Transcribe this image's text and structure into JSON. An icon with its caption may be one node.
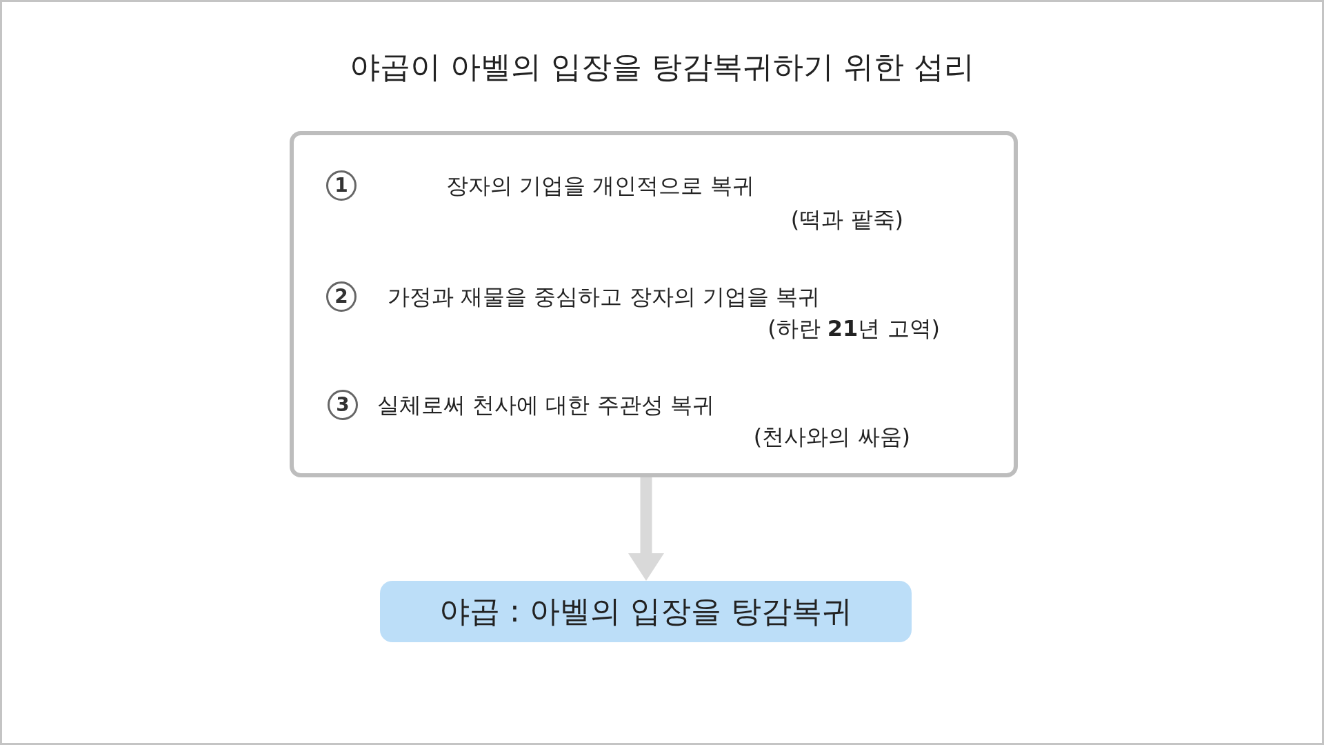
{
  "diagram": {
    "title": "야곱이 아벨의 입장을 탕감복귀하기 위한 섭리",
    "nodes": [
      {
        "text": [
          "장자의 기업을 개인적으로 복귀",
          "(떡과 팥죽)",
          "가정과 재물을 중심하고 장자의 기업을 복귀",
          "(하란 **21**년 고역)",
          "실체로써 천사에 대한 주관성 복귀",
          "(천사와의 싸움)"
        ]
      },
      {
        "text": [
          "1"
        ],
        "in": 0
      },
      {
        "text": [
          "2"
        ],
        "in": 0
      },
      {
        "text": [
          "3"
        ],
        "in": 0
      },
      {
        "text": [
          "야곱 : 아벨의 입장을 탕감복귀"
        ]
      }
    ],
    "edges": [
      {
        "from": 0,
        "to": 4,
        "arrow": "to"
      }
    ]
  }
}
